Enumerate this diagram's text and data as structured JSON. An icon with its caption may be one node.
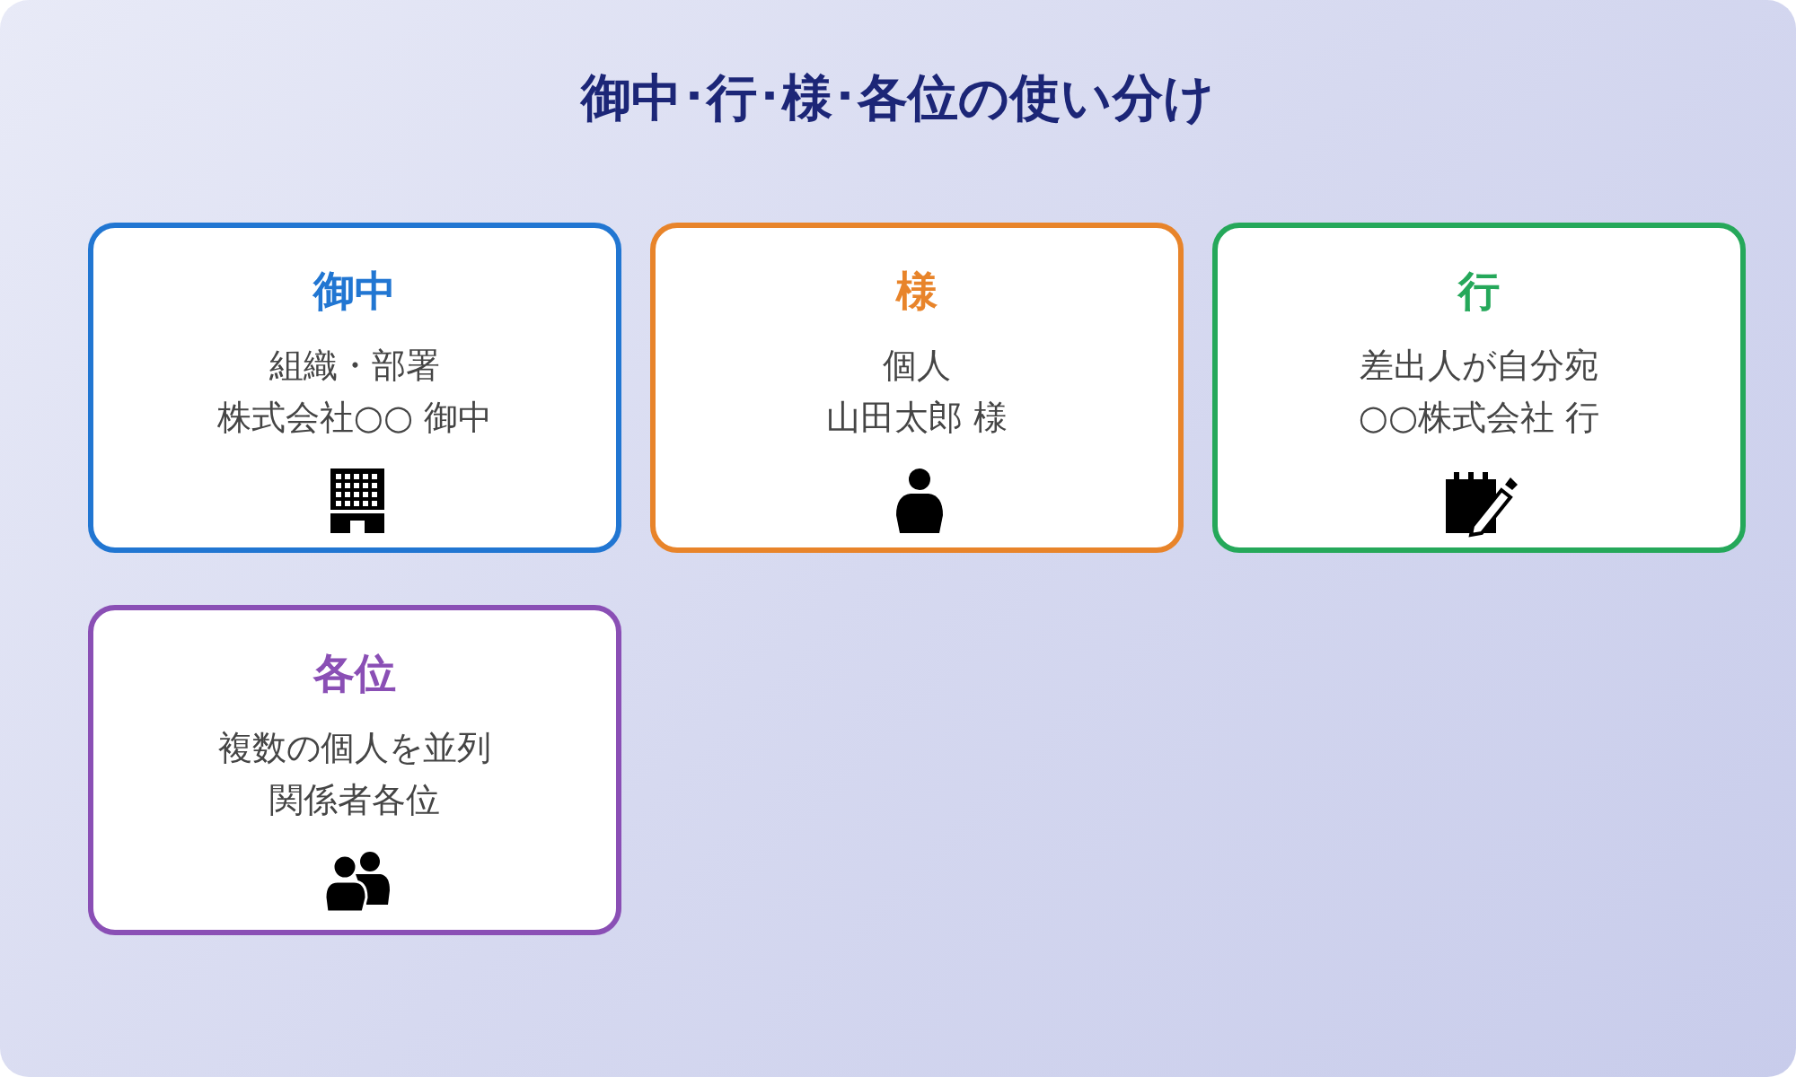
{
  "diagram": {
    "title": "御中･行･様･各位の使い分け",
    "nodes": [
      {
        "text": [
          "御中",
          "組織・部署",
          "株式会社○○ 御中"
        ]
      },
      {
        "text": [
          "様",
          "個人",
          "山田太郎 様"
        ]
      },
      {
        "text": [
          "行",
          "差出人が自分宛",
          "○○株式会社 行"
        ]
      },
      {
        "text": [
          "各位",
          "複数の個人を並列",
          "関係者各位"
        ]
      }
    ]
  }
}
